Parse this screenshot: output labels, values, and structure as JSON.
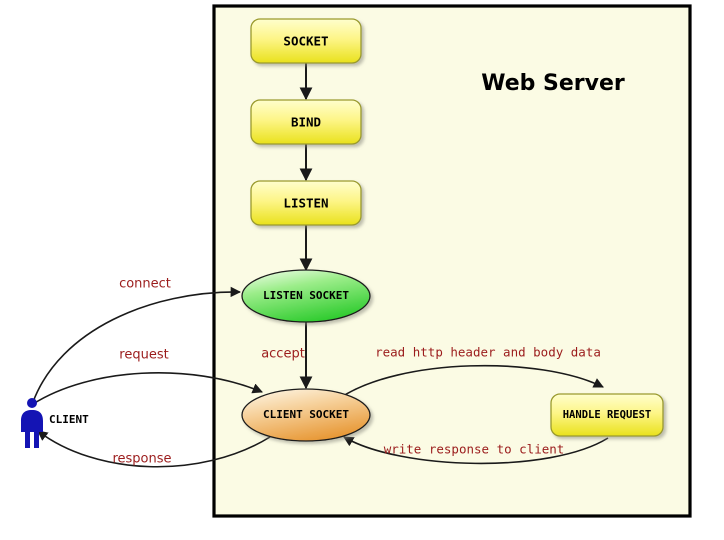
{
  "diagram": {
    "title": "Web Server",
    "container_label": "web-server-boundary",
    "colors": {
      "server_background": "#fbfbe4",
      "server_border": "#000000",
      "process_box_fill_top": "#fdfdb8",
      "process_box_fill_bottom": "#ece420",
      "process_box_border": "#9a9a2e",
      "listen_socket_fill_top": "#e2f7d8",
      "listen_socket_fill_bottom": "#3fd13f",
      "client_socket_fill_top": "#fdf0d8",
      "client_socket_fill_bottom": "#e89c3c",
      "edge_label_color": "#9b1c1c",
      "actor_color": "#1414b4",
      "arrow_color": "#1a1a1a",
      "page_background": "#ffffff"
    },
    "nodes": [
      {
        "id": "socket",
        "label": "SOCKET",
        "shape": "rounded-box",
        "fill": "yellow"
      },
      {
        "id": "bind",
        "label": "BIND",
        "shape": "rounded-box",
        "fill": "yellow"
      },
      {
        "id": "listen",
        "label": "LISTEN",
        "shape": "rounded-box",
        "fill": "yellow"
      },
      {
        "id": "listen-socket",
        "label": "LISTEN SOCKET",
        "shape": "ellipse",
        "fill": "green"
      },
      {
        "id": "client-socket",
        "label": "CLIENT SOCKET",
        "shape": "ellipse",
        "fill": "orange"
      },
      {
        "id": "handle-request",
        "label": "HANDLE REQUEST",
        "shape": "rounded-box",
        "fill": "yellow"
      }
    ],
    "actor": {
      "id": "client",
      "label": "CLIENT",
      "icon": "person-icon"
    },
    "edges": [
      {
        "id": "socket-to-bind",
        "label": "",
        "from": "socket",
        "to": "bind"
      },
      {
        "id": "bind-to-listen",
        "label": "",
        "from": "bind",
        "to": "listen"
      },
      {
        "id": "listen-to-listen-socket",
        "label": "",
        "from": "listen",
        "to": "listen-socket"
      },
      {
        "id": "connect",
        "label": "connect",
        "from": "client",
        "to": "listen-socket"
      },
      {
        "id": "accept",
        "label": "accept",
        "from": "listen-socket",
        "to": "client-socket"
      },
      {
        "id": "request",
        "label": "request",
        "from": "client",
        "to": "client-socket"
      },
      {
        "id": "response",
        "label": "response",
        "from": "client-socket",
        "to": "client"
      },
      {
        "id": "read-http",
        "label": "read http header and body data",
        "from": "client-socket",
        "to": "handle-request"
      },
      {
        "id": "write-response",
        "label": "write response to client",
        "from": "handle-request",
        "to": "client-socket"
      }
    ]
  }
}
